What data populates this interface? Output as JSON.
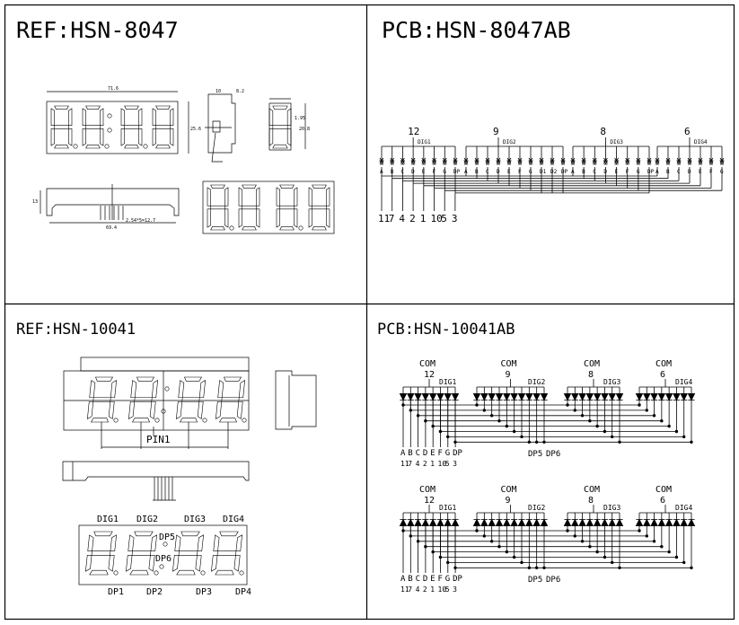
{
  "panels": {
    "top_left": {
      "title": "REF:HSN-8047",
      "dims": {
        "width": "71.6",
        "height": "25.6",
        "seg": "1.95",
        "digit_h": "20.8",
        "depth": "13",
        "pin_span": "69.4",
        "pitch": "2.54*5=12.7",
        "side_w": "10",
        "side_h": "8.2"
      }
    },
    "top_right": {
      "title": "PCB:HSN-8047AB",
      "groups": [
        {
          "pin": "12",
          "label": "DIG1",
          "segments": [
            "A",
            "B",
            "C",
            "D",
            "E",
            "F",
            "G",
            "DP"
          ]
        },
        {
          "pin": "9",
          "label": "DIG2",
          "segments": [
            "A",
            "B",
            "C",
            "D",
            "E",
            "F",
            "G",
            "D1",
            "D2",
            "DP"
          ]
        },
        {
          "pin": "8",
          "label": "DIG3",
          "segments": [
            "A",
            "B",
            "C",
            "D",
            "E",
            "F",
            "G",
            "DP"
          ]
        },
        {
          "pin": "6",
          "label": "DIG4",
          "segments": [
            "A",
            "B",
            "C",
            "D",
            "E",
            "F",
            "G"
          ]
        }
      ],
      "pins": [
        "11",
        "7",
        "4",
        "2",
        "1",
        "10",
        "5",
        "3"
      ]
    },
    "bottom_left": {
      "title": "REF:HSN-10041",
      "pin1": "PIN1",
      "digit_labels": [
        "DIG1",
        "DIG2",
        "DIG3",
        "DIG4"
      ],
      "dp_labels": [
        "DP1",
        "DP2",
        "DP3",
        "DP4"
      ],
      "colon_labels": [
        "DP5",
        "DP6"
      ]
    },
    "bottom_right": {
      "title": "PCB:HSN-10041AB",
      "schematics": [
        {
          "direction": "common-anode-down",
          "groups": [
            {
              "com": "COM",
              "pin": "12",
              "label": "DIG1",
              "count": 8
            },
            {
              "com": "COM",
              "pin": "9",
              "label": "DIG2",
              "count": 10
            },
            {
              "com": "COM",
              "pin": "8",
              "label": "DIG3",
              "count": 8
            },
            {
              "com": "COM",
              "pin": "6",
              "label": "DIG4",
              "count": 8
            }
          ],
          "segments": [
            "A",
            "B",
            "C",
            "D",
            "E",
            "F",
            "G",
            "DP"
          ],
          "pins": [
            "11",
            "7",
            "4",
            "2",
            "1",
            "10",
            "5",
            "3"
          ],
          "extra": [
            "DP5",
            "DP6"
          ]
        },
        {
          "direction": "common-cathode-up",
          "groups": [
            {
              "com": "COM",
              "pin": "12",
              "label": "DIG1",
              "count": 8
            },
            {
              "com": "COM",
              "pin": "9",
              "label": "DIG2",
              "count": 10
            },
            {
              "com": "COM",
              "pin": "8",
              "label": "DIG3",
              "count": 8
            },
            {
              "com": "COM",
              "pin": "6",
              "label": "DIG4",
              "count": 8
            }
          ],
          "segments": [
            "A",
            "B",
            "C",
            "D",
            "E",
            "F",
            "G",
            "DP"
          ],
          "pins": [
            "11",
            "7",
            "4",
            "2",
            "1",
            "10",
            "5",
            "3"
          ],
          "extra": [
            "DP5",
            "DP6"
          ]
        }
      ]
    }
  }
}
